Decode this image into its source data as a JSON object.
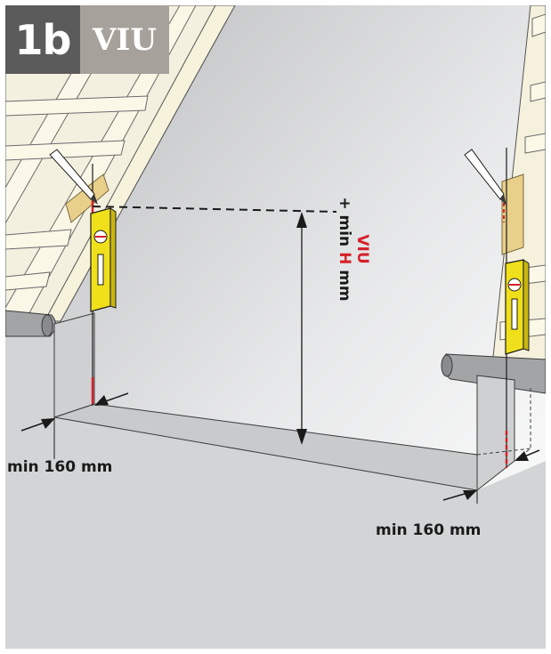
{
  "badge": {
    "number": "1b",
    "name": "VIU"
  },
  "labels": {
    "left_offset": "min 160 mm",
    "right_offset": "min 160 mm",
    "height_line1": "VIU",
    "height_line2_prefix": "+ min ",
    "height_line2_var": "H",
    "height_line2_suffix": " mm"
  },
  "colors": {
    "badge_dark": "#5b5b5b",
    "badge_light": "#a6a19a",
    "level_yellow": "#f0e01c",
    "mark_red": "#d6202a",
    "batten_wood": "#e8cf8a",
    "frame_gray": "#d3d4d5"
  }
}
